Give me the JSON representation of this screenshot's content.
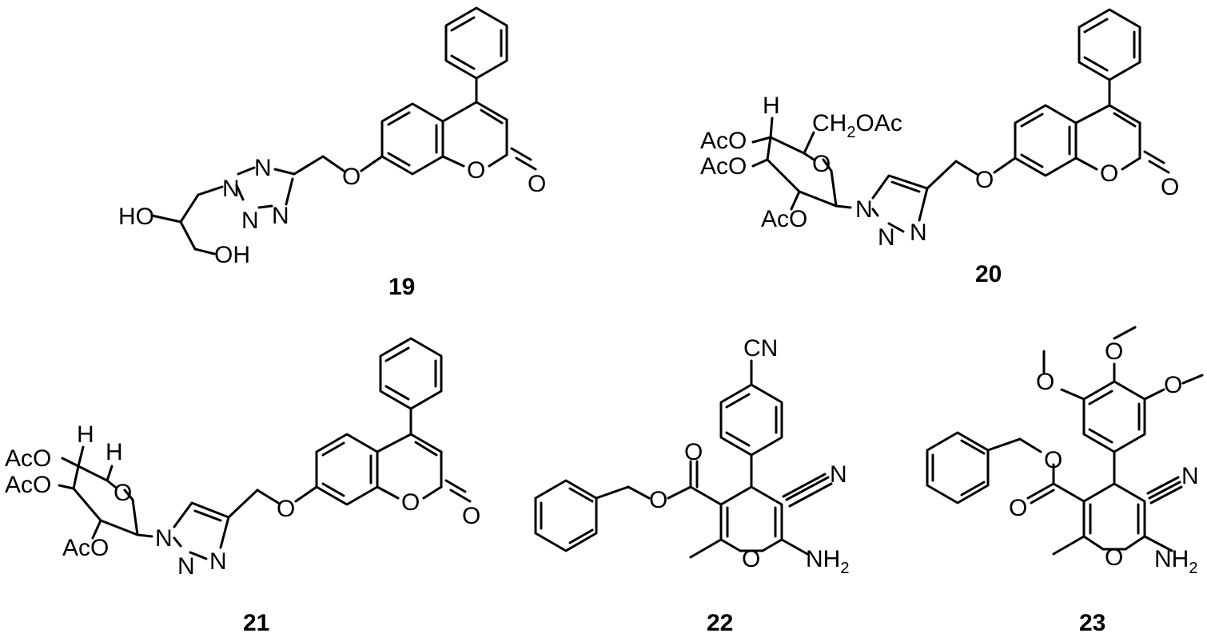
{
  "compounds": [
    {
      "id": "19"
    },
    {
      "id": "20"
    },
    {
      "id": "21"
    },
    {
      "id": "22"
    },
    {
      "id": "23"
    }
  ],
  "atoms": {
    "o": "O",
    "n": "N",
    "h": "H",
    "ho": "HO",
    "oh": "OH",
    "aco": "AcO",
    "ch2": "CH",
    "two": "2",
    "oac": "OAc",
    "cn": "CN",
    "nh": "NH"
  }
}
